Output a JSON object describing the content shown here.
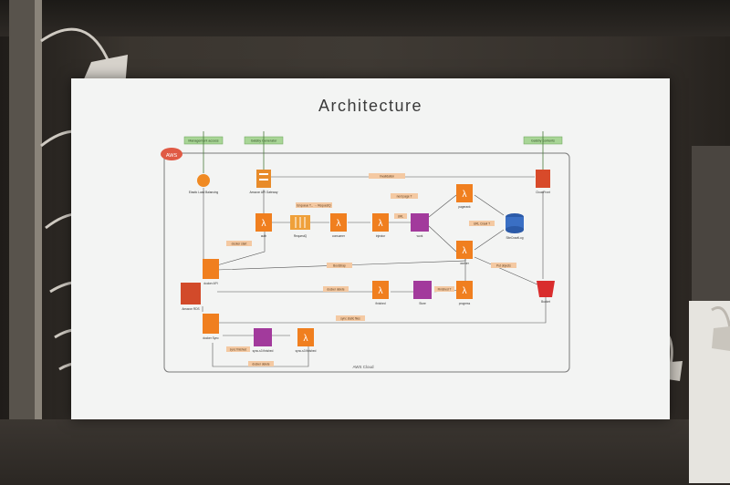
{
  "slide": {
    "title": "Architecture",
    "cloud_badge": "AWS",
    "cloud_label": "AWS Cloud",
    "inputs": {
      "management": "Management access",
      "gatsby": "Gatsby Generator",
      "contents": "Gatsby contents"
    },
    "services": {
      "elb": "Elastic Load Balancing",
      "apigw": "Amazon API Gateway",
      "cloudfront": "CloudFront",
      "auth": "auth",
      "sqs": "RequestQ",
      "consumer": "consumer",
      "injector": "injector",
      "work": "work",
      "pagerank": "pagerank",
      "dynamo": "SiteCrawlLog",
      "worker": "worker",
      "bucket": "Bucket",
      "docker_api": "docker API",
      "rds": "Amazon RDS",
      "docker_sync": "docker Sync",
      "finished": "finished",
      "store": "Store",
      "progress": "progress",
      "sync_s3": "sync-s3 finished",
      "sync_s3b": "sync-s3 finished"
    },
    "labels": {
      "invalidation": "Invalidation",
      "enqueue": "Enqueue T... → RequestQ",
      "next_page": "next page T",
      "url": "URL",
      "url_crawl": "URL Crawl T",
      "docker_start": "docker start",
      "bootstrap": "Bootstrap",
      "put_objects": "Put objects",
      "docker_delete": "docker delete",
      "finished_t": "Finished T",
      "sync_static": "sync static files",
      "sync_finished": "sync finished",
      "docker_delete2": "docker delete"
    }
  }
}
